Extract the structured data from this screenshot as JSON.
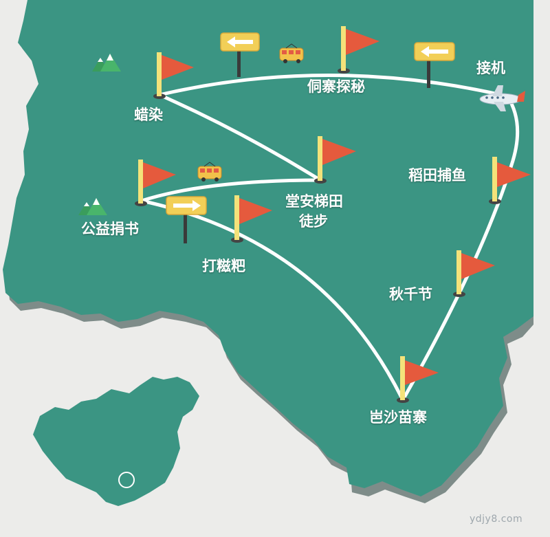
{
  "colors": {
    "land": "#3b9583",
    "land_shadow": "#7e8c89",
    "background": "#ececea",
    "route": "#ffffff",
    "flag": "#e55a3d",
    "pole": "#f4e27a",
    "sign": "#f2cf57",
    "sign_arrow": "#ffffff",
    "mountain": "#3a9d5c",
    "bus": "#f2c24a"
  },
  "labels": {
    "dong_village": "侗寨探秘",
    "airport": "接机",
    "batik": "蜡染",
    "terrace_hike_line1": "堂安梯田",
    "terrace_hike_line2": "徒步",
    "rice_fishing": "稻田捕鱼",
    "charity_books": "公益捐书",
    "rice_cake": "打糍粑",
    "swing_festival": "秋千节",
    "basha_village": "岜沙苗寨"
  },
  "icons": {
    "flag": "flag-icon",
    "signpost": "signpost-icon",
    "bus": "bus-icon",
    "mountain": "mountain-icon",
    "airplane": "airplane-icon",
    "location_marker": "location-circle-icon"
  },
  "watermark": "ydjy8.com"
}
